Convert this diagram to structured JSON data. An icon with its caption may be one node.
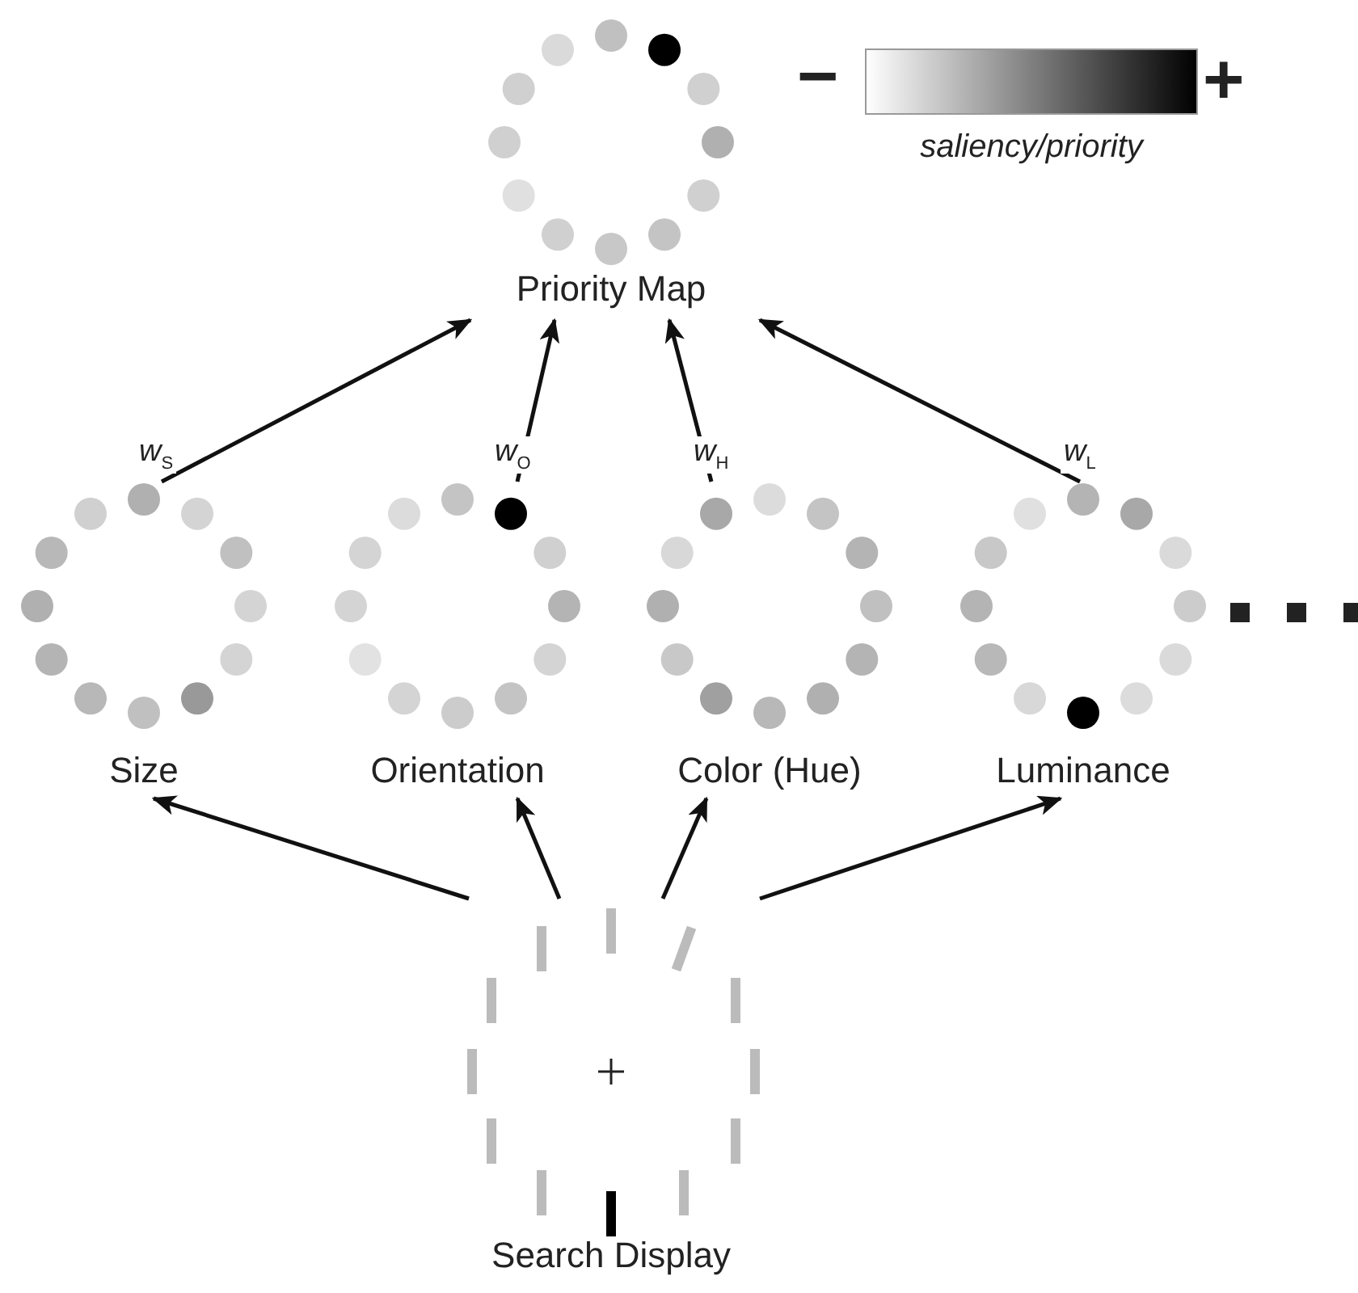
{
  "diagram": {
    "nodes": [
      {
        "text": [
          "Priority Map"
        ]
      },
      {
        "text": [
          "Size"
        ]
      },
      {
        "text": [
          "Orientation"
        ]
      },
      {
        "text": [
          "Color (Hue)"
        ]
      },
      {
        "text": [
          "Luminance"
        ]
      },
      {
        "text": [
          "Search Display"
        ]
      }
    ],
    "edges": [
      {
        "from": 1,
        "to": 0,
        "arrow": "to",
        "label": "*w*$_{S}$"
      },
      {
        "from": 2,
        "to": 0,
        "arrow": "to",
        "label": "*w*$_{O}$"
      },
      {
        "from": 3,
        "to": 0,
        "arrow": "to",
        "label": "*w*$_{H}$"
      },
      {
        "from": 4,
        "to": 0,
        "arrow": "to",
        "label": "*w*$_{L}$"
      },
      {
        "from": 5,
        "to": 1,
        "arrow": "to"
      },
      {
        "from": 5,
        "to": 2,
        "arrow": "to"
      },
      {
        "from": 5,
        "to": 3,
        "arrow": "to"
      },
      {
        "from": 5,
        "to": 4,
        "arrow": "to"
      }
    ],
    "labels": [
      "−",
      "+"
    ],
    "legend": [
      {
        "text": "saliency/priority"
      }
    ]
  }
}
